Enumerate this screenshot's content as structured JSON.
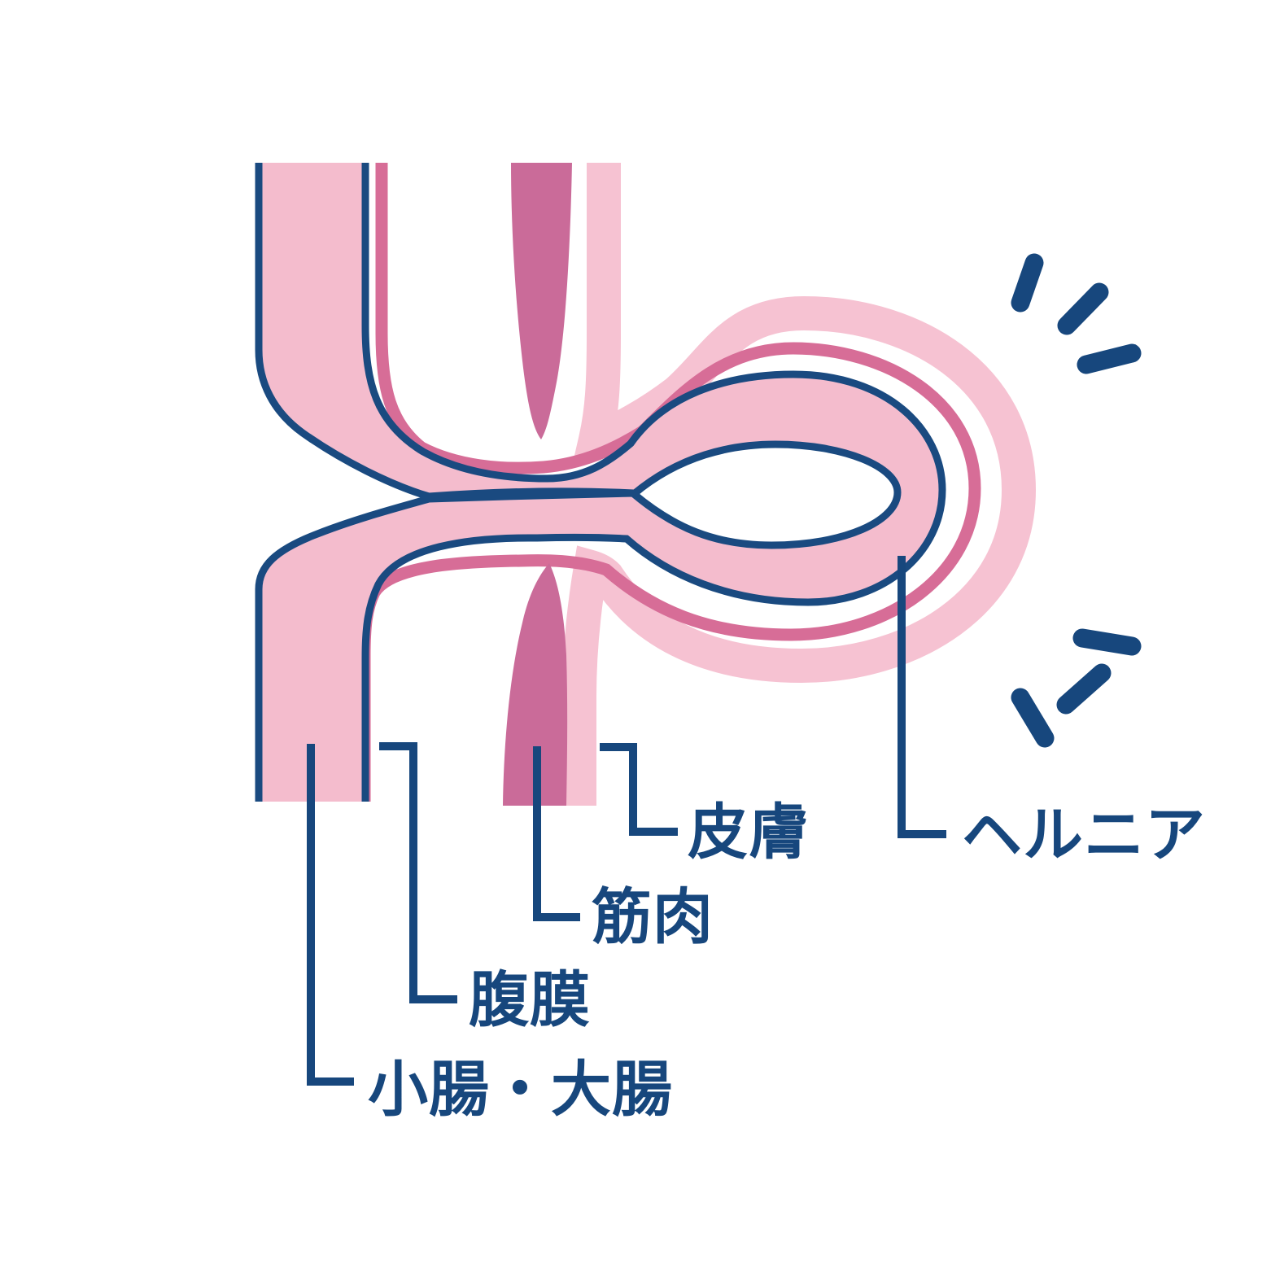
{
  "diagram": {
    "type": "medical-illustration",
    "subject": "hernia cross-section",
    "labels": {
      "skin": "皮膚",
      "hernia": "ヘルニア",
      "muscle": "筋肉",
      "peritoneum": "腹膜",
      "intestine": "小腸・大腸"
    },
    "colors": {
      "label_blue": "#17477d",
      "outline_blue": "#1a4a80",
      "peritoneum_rose": "#d76d97",
      "muscle_pink": "#ca6b99",
      "intestine_pink": "#f4bccd",
      "skin_pink": "#f6c2d2",
      "background": "#ffffff"
    }
  }
}
